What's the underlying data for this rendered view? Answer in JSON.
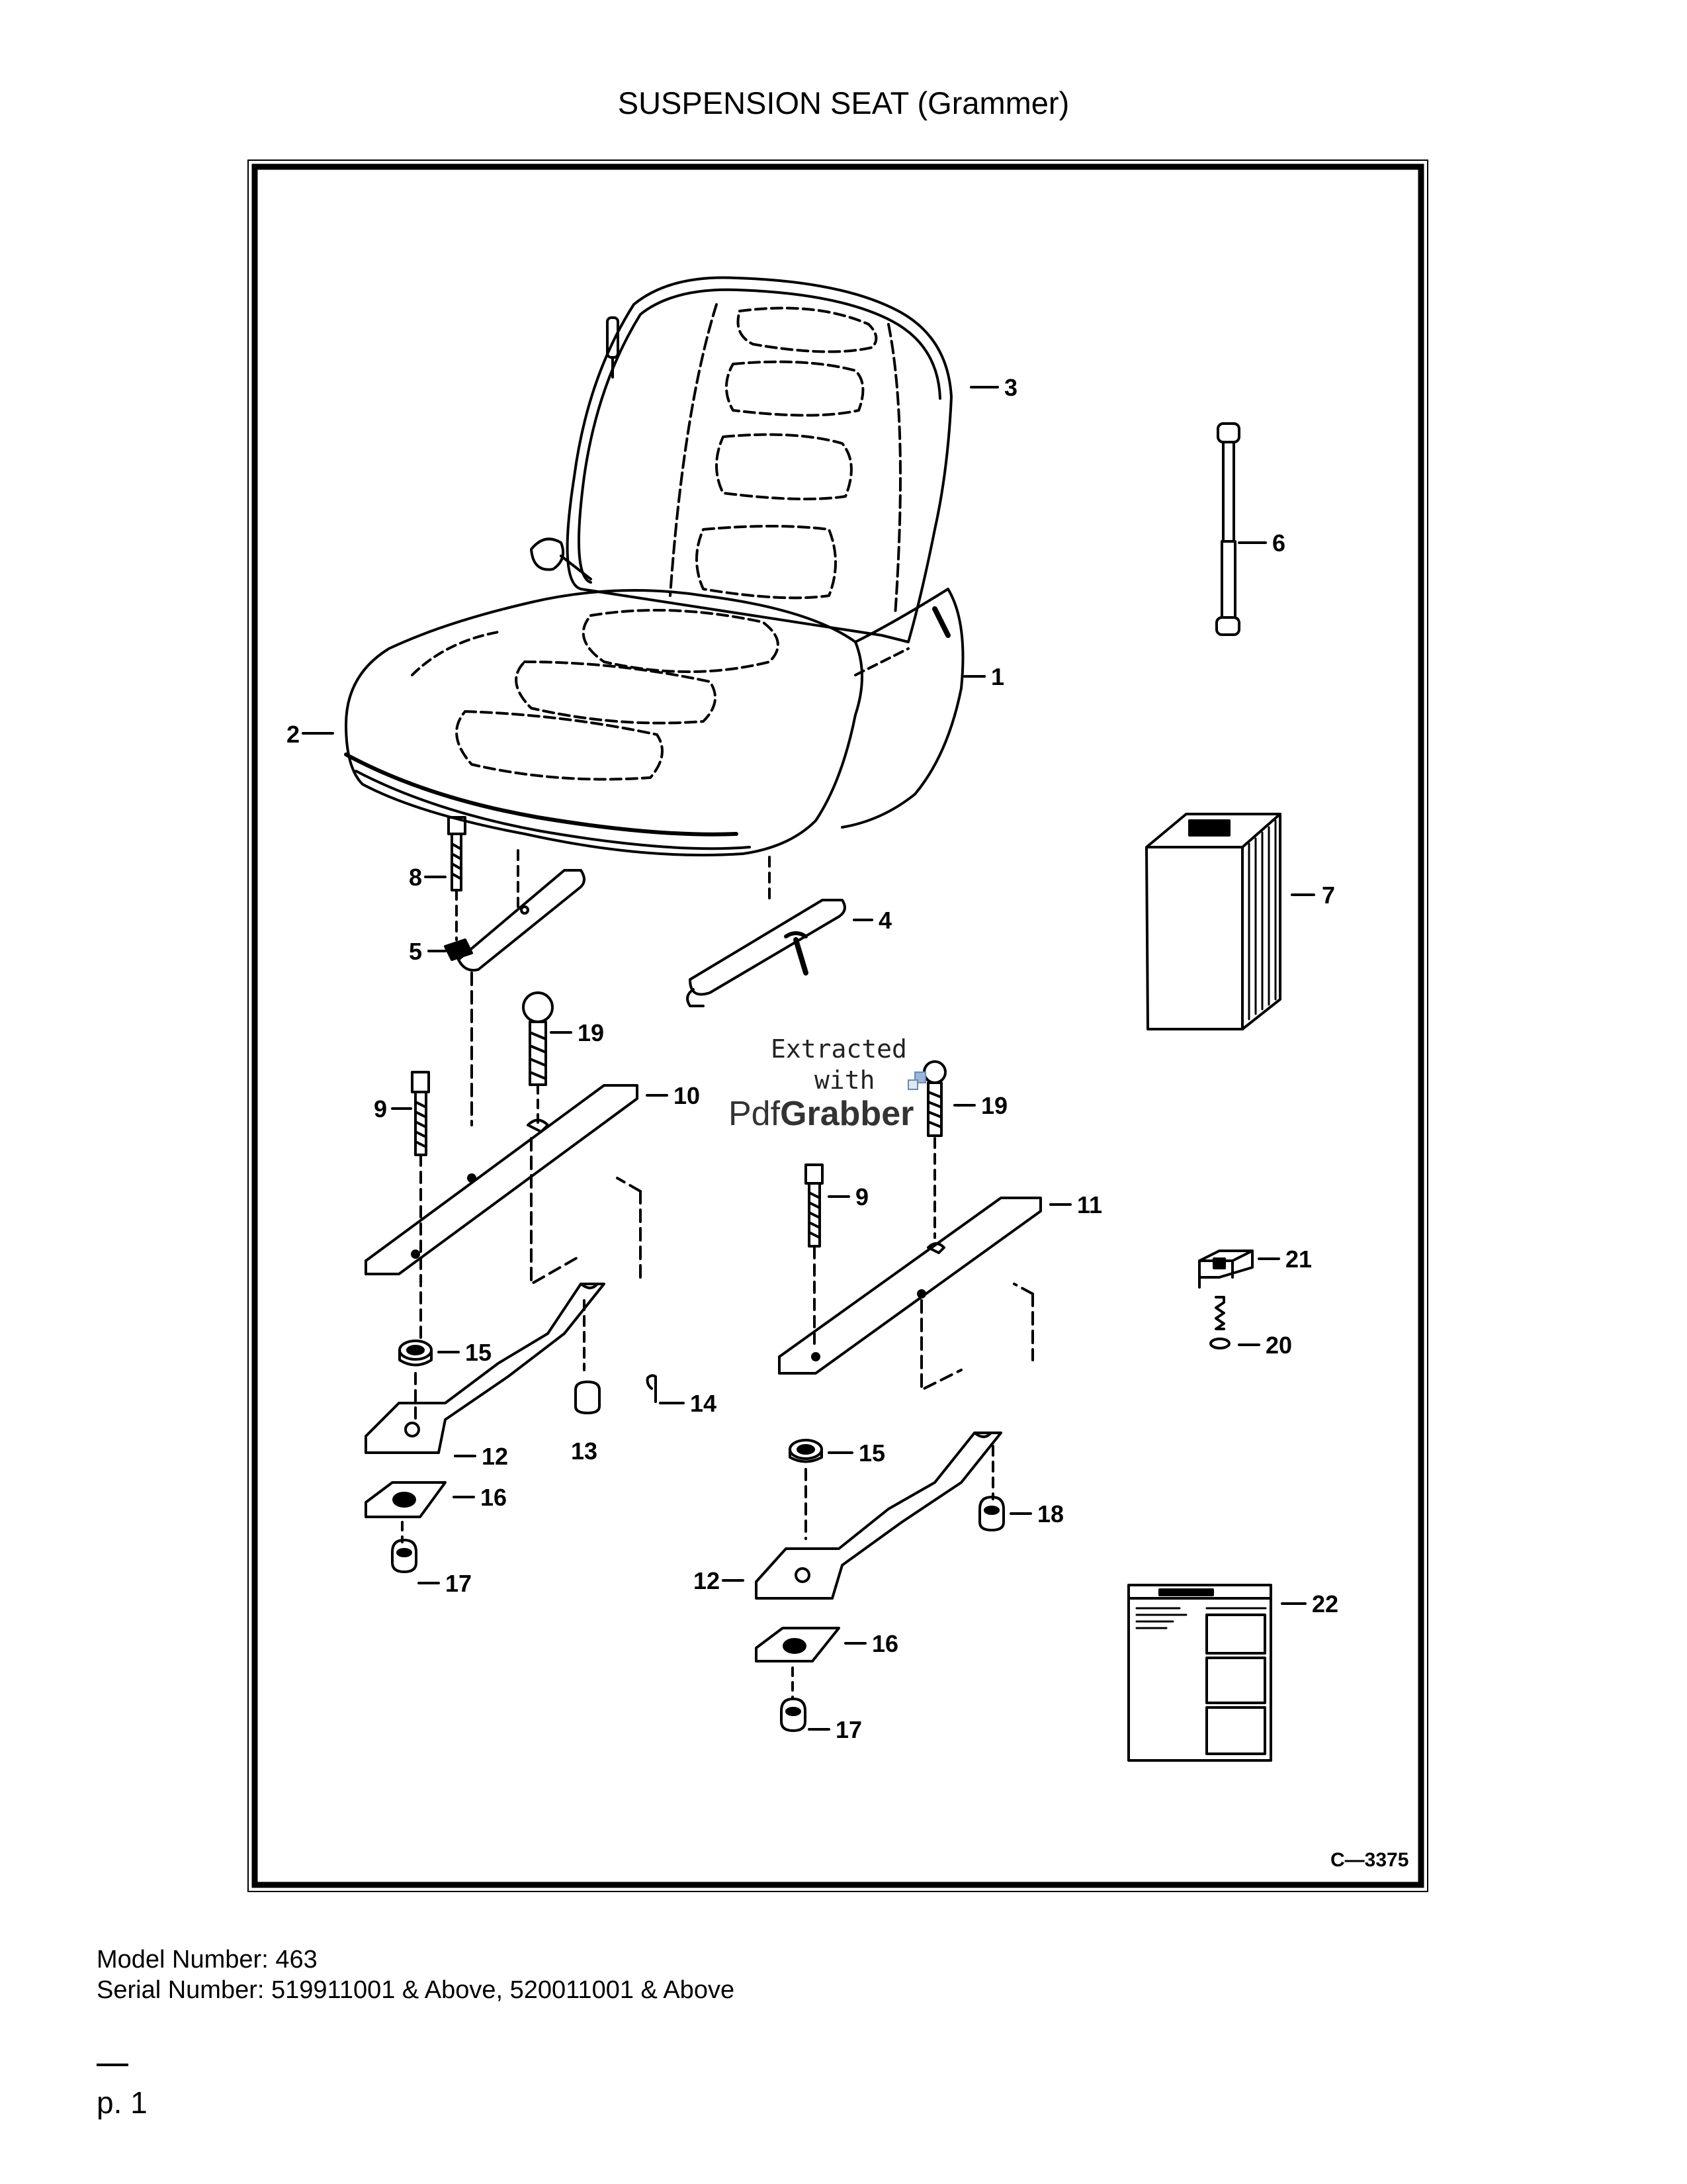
{
  "document": {
    "title": "SUSPENSION SEAT (Grammer)",
    "figure_code": "C—3375",
    "watermark": {
      "line1": "Extracted",
      "line2": "with",
      "brand_pdf": "Pdf",
      "brand_grabber": "Grabber"
    },
    "callouts": [
      {
        "id": "c1",
        "label": "1"
      },
      {
        "id": "c2",
        "label": "2"
      },
      {
        "id": "c3",
        "label": "3"
      },
      {
        "id": "c4",
        "label": "4"
      },
      {
        "id": "c5",
        "label": "5"
      },
      {
        "id": "c6",
        "label": "6"
      },
      {
        "id": "c7",
        "label": "7"
      },
      {
        "id": "c8",
        "label": "8"
      },
      {
        "id": "c9a",
        "label": "9"
      },
      {
        "id": "c9b",
        "label": "9"
      },
      {
        "id": "c10",
        "label": "10"
      },
      {
        "id": "c11",
        "label": "11"
      },
      {
        "id": "c12a",
        "label": "12"
      },
      {
        "id": "c12b",
        "label": "12"
      },
      {
        "id": "c13",
        "label": "13"
      },
      {
        "id": "c14",
        "label": "14"
      },
      {
        "id": "c15a",
        "label": "15"
      },
      {
        "id": "c15b",
        "label": "15"
      },
      {
        "id": "c16a",
        "label": "16"
      },
      {
        "id": "c16b",
        "label": "16"
      },
      {
        "id": "c17a",
        "label": "17"
      },
      {
        "id": "c17b",
        "label": "17"
      },
      {
        "id": "c18",
        "label": "18"
      },
      {
        "id": "c19a",
        "label": "19"
      },
      {
        "id": "c19b",
        "label": "19"
      },
      {
        "id": "c20",
        "label": "20"
      },
      {
        "id": "c21",
        "label": "21"
      },
      {
        "id": "c22",
        "label": "22"
      }
    ],
    "model_number": "Model Number: 463",
    "serial_number": "Serial Number: 519911001 & Above, 520011001 & Above",
    "page_number": "p. 1"
  }
}
